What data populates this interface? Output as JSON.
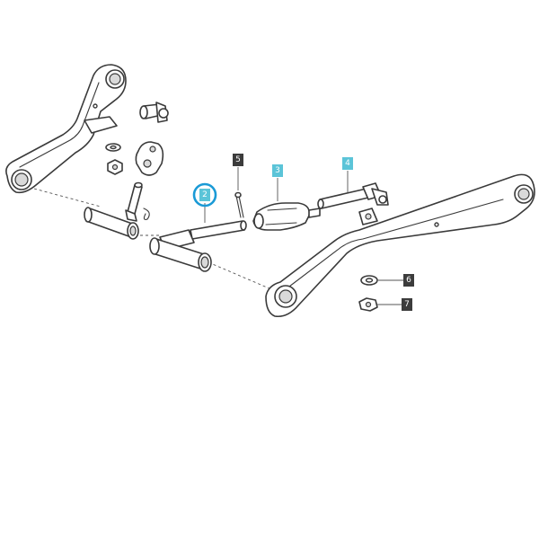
{
  "diagram": {
    "callouts": [
      {
        "id": "callout-1",
        "number": "2",
        "style": "highlight",
        "ring": true
      },
      {
        "id": "callout-2",
        "number": "5",
        "style": "dark"
      },
      {
        "id": "callout-3",
        "number": "3",
        "style": "highlight"
      },
      {
        "id": "callout-4",
        "number": "4",
        "style": "highlight"
      },
      {
        "id": "callout-5",
        "number": "6",
        "style": "dark"
      },
      {
        "id": "callout-6",
        "number": "7",
        "style": "dark"
      }
    ],
    "colors": {
      "highlight_label": "#5bc4d8",
      "dark_label": "#3c3c3c",
      "ring": "#1a9ad6",
      "line": "#3a3a3a"
    }
  }
}
